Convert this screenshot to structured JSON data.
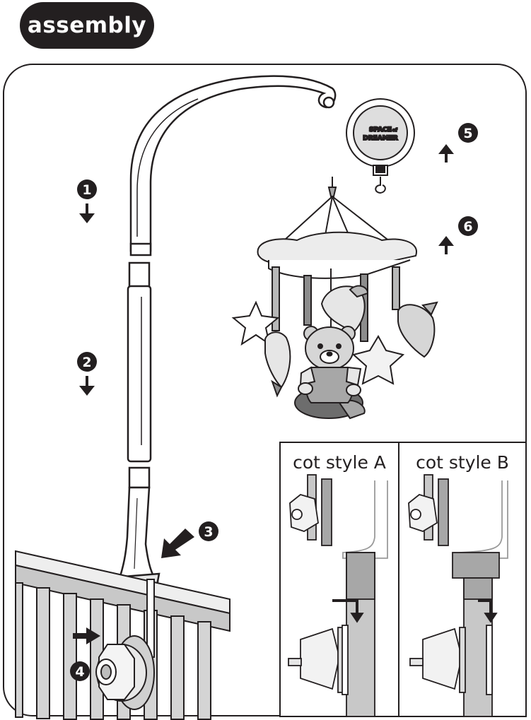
{
  "title": "assembly",
  "steps": [
    "1",
    "2",
    "3",
    "4",
    "5",
    "6"
  ],
  "cot_styles": {
    "a_label": "cot style A",
    "b_label": "cot style B"
  },
  "music_box": {
    "line1": "SPACE",
    "line2": "DREAMER",
    "small": "of"
  },
  "colors": {
    "ink": "#231f20",
    "light_grey": "#dcdcdc",
    "mid_grey": "#a7a7a7",
    "dark_grey": "#6d6d6d"
  }
}
